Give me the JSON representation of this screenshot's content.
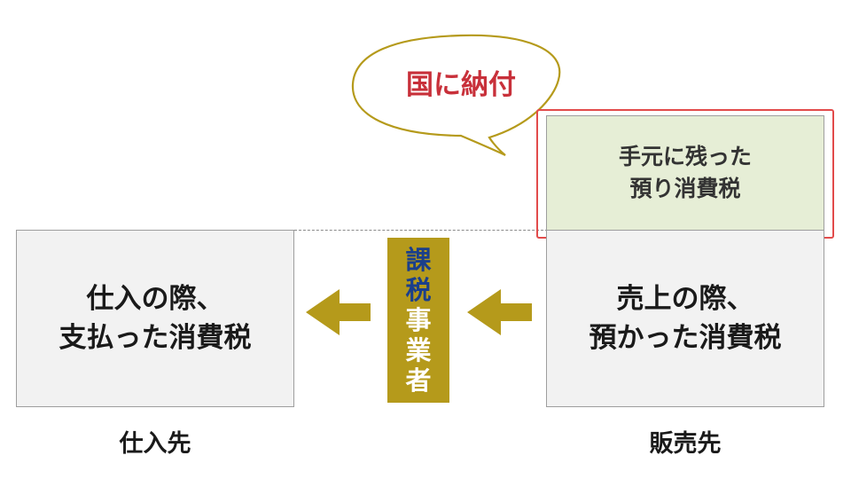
{
  "speech_bubble": {
    "text": "国に納付"
  },
  "retained_box": {
    "line1": "手元に残った",
    "line2": "預り消費税"
  },
  "purchase_box": {
    "line1": "仕入の際、",
    "line2": "支払った消費税"
  },
  "sales_box": {
    "line1": "売上の際、",
    "line2": "預かった消費税"
  },
  "taxable_business": {
    "chars": [
      "課",
      "税",
      "事",
      "業",
      "者"
    ]
  },
  "labels": {
    "supplier": "仕入先",
    "customer": "販売先"
  },
  "colors": {
    "arrow": "#b59a1b",
    "bubble_stroke": "#b59a1b",
    "bubble_text": "#c8303a",
    "highlight": "#e24b4b",
    "retained_fill": "#e6eed6",
    "box_fill": "#f2f2f2"
  }
}
